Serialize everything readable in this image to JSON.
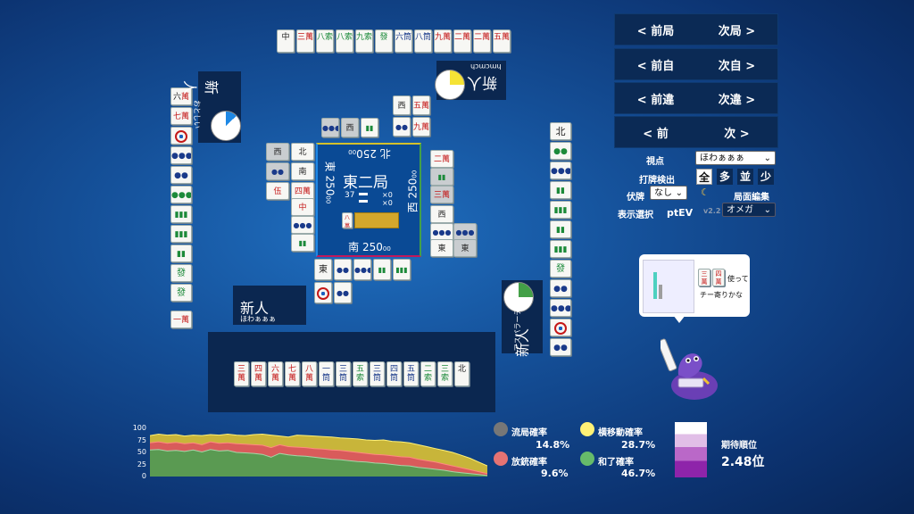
{
  "center": {
    "round": "東二局",
    "honba": "37",
    "east": "東 250",
    "south": "南 250",
    "west": "西 250",
    "north": "北 250",
    "score_suffix": "00",
    "riichi_count": "×0",
    "honba_count": "×0",
    "dora_indicator": "八萬"
  },
  "players": {
    "top_right": {
      "name": "新人",
      "sub": "hmcmch",
      "win_fraction": 0.25,
      "pie_color": "#f5e335"
    },
    "left": {
      "name": "新人",
      "sub": "おとしい",
      "win_fraction": 0.13,
      "pie_color": "#1e88e5"
    },
    "bottom": {
      "name": "新人",
      "sub": "ほわぁぁぁ"
    },
    "right": {
      "name": "新人",
      "sub": "アスパラーデ",
      "win_fraction": 0.25,
      "pie_color": "#43a047"
    }
  },
  "nav": {
    "prev_round": "< 前局",
    "next_round": "次局 >",
    "prev_self": "< 前自",
    "next_self": "次自 >",
    "prev_miss": "< 前違",
    "next_miss": "次違 >",
    "prev": "< 前",
    "next": "次 >"
  },
  "controls": {
    "view_label": "視点",
    "view_value": "ほわぁぁぁ",
    "discard_label": "打牌検出",
    "seg": [
      "全",
      "多",
      "並",
      "少"
    ],
    "fuse_label": "伏牌",
    "fuse_value": "なし",
    "moon_icon": "moon-icon",
    "edit_label": "局面編集",
    "display_label": "表示選択",
    "display_value": "ptEV",
    "version": "v2.2",
    "model_value": "オメガ"
  },
  "advice": {
    "tiles": [
      "三萬",
      "四萬"
    ],
    "text_line1": "使って",
    "text_line2": "チー寄りかな"
  },
  "hand": [
    "三萬",
    "四萬",
    "六萬",
    "七萬",
    "八萬",
    "一筒",
    "三筒",
    "五索",
    "三筒",
    "四筒",
    "五筒",
    "二索",
    "三索",
    "北"
  ],
  "top_discards": [
    "中",
    "三萬",
    "八索",
    "八索",
    "九索",
    "發",
    "六筒",
    "八筒",
    "九萬",
    "二萬",
    "二萬",
    "五萬"
  ],
  "stats": {
    "draw_label": "流局確率",
    "draw_value": "14.8%",
    "deal_in_label": "放銃確率",
    "deal_in_value": "9.6%",
    "side_move_label": "横移動確率",
    "side_move_value": "28.7%",
    "win_label": "和了確率",
    "win_value": "46.7%",
    "rank_label": "期待順位",
    "rank_value": "2.48位",
    "colors": {
      "draw": "#777777",
      "deal_in": "#e57373",
      "side_move": "#fff176",
      "win": "#66bb6a"
    }
  },
  "chart_data": {
    "type": "area",
    "ylim": [
      0,
      100
    ],
    "y_ticks": [
      "100",
      "75",
      "50",
      "25",
      "0"
    ],
    "x": [
      0,
      1,
      2,
      3,
      4,
      5,
      6,
      7,
      8,
      9,
      10,
      11,
      12,
      13,
      14,
      15,
      16,
      17,
      18,
      19,
      20,
      21,
      22,
      23,
      24,
      25,
      26,
      27,
      28,
      29,
      30,
      31,
      32,
      33,
      34,
      35,
      36,
      37,
      38,
      39
    ],
    "series": [
      {
        "values": [
          85,
          88,
          86,
          87,
          84,
          86,
          85,
          87,
          86,
          88,
          86,
          85,
          87,
          88,
          86,
          84,
          82,
          86,
          85,
          84,
          83,
          82,
          80,
          79,
          78,
          76,
          75,
          76,
          73,
          72,
          70,
          66,
          62,
          58,
          54,
          50,
          44,
          38,
          30,
          22
        ]
      },
      {
        "values": [
          70,
          72,
          69,
          71,
          68,
          70,
          66,
          72,
          69,
          70,
          68,
          67,
          66,
          65,
          60,
          66,
          62,
          61,
          60,
          58,
          57,
          55,
          54,
          52,
          50,
          48,
          46,
          45,
          43,
          41,
          40,
          36,
          33,
          30,
          26,
          22,
          18,
          14,
          10,
          6
        ]
      },
      {
        "values": [
          55,
          56,
          53,
          54,
          52,
          55,
          51,
          56,
          53,
          54,
          50,
          49,
          48,
          46,
          40,
          48,
          45,
          43,
          42,
          40,
          38,
          36,
          35,
          33,
          31,
          30,
          28,
          27,
          25,
          23,
          22,
          19,
          17,
          15,
          13,
          10,
          8,
          6,
          4,
          2
        ]
      }
    ]
  }
}
